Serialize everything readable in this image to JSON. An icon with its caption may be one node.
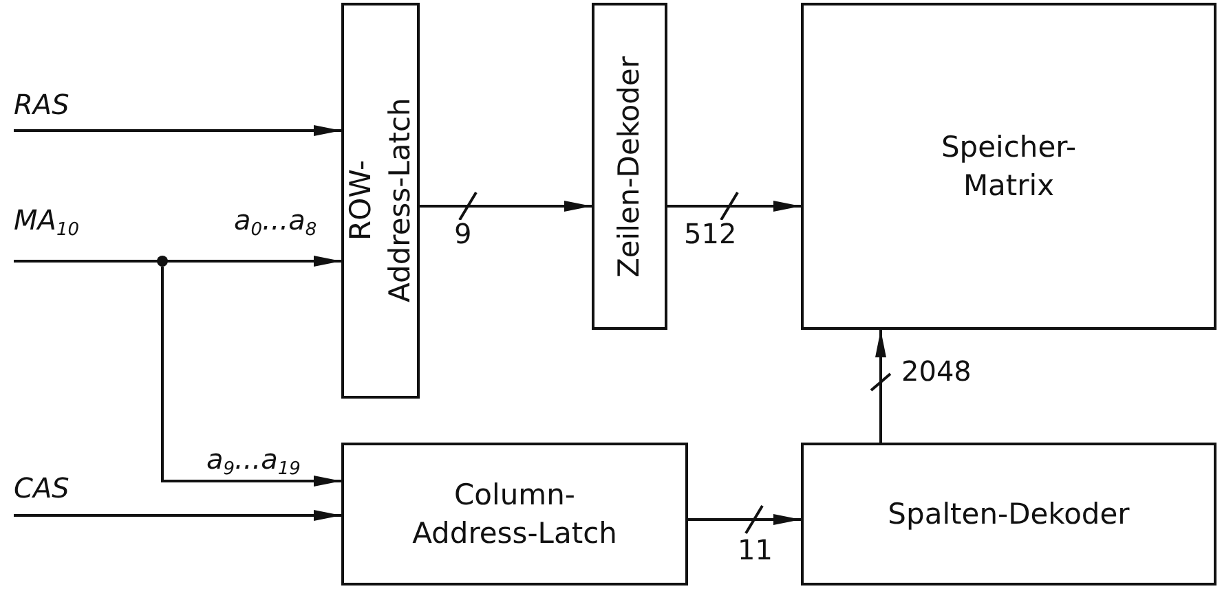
{
  "diagram": {
    "nodes": [
      {
        "text": [
          "ROW- Address-Latch"
        ]
      },
      {
        "text": [
          "Zeilen-Dekoder"
        ]
      },
      {
        "text": [
          "Speicher- Matrix"
        ]
      },
      {
        "text": [],
        "shape": "circle"
      },
      {
        "text": [
          "Column- Address-Latch"
        ]
      },
      {
        "text": [
          "Spalten-Dekoder"
        ]
      }
    ],
    "edges": [
      {
        "from": null,
        "to": 0,
        "arrow": "to",
        "label": "RAS"
      },
      {
        "from": null,
        "to": 3,
        "arrow": "none",
        "label": "MA$_{10}$"
      },
      {
        "from": 3,
        "to": 0,
        "arrow": "to",
        "label": "a$_{0}$...a$_{8}$"
      },
      {
        "from": 3,
        "to": 4,
        "arrow": "to",
        "label": "a$_{9}$...a$_{19}$"
      },
      {
        "from": null,
        "to": 4,
        "arrow": "to",
        "label": "CAS"
      },
      {
        "from": 0,
        "to": 1,
        "arrow": "to",
        "label": "9"
      },
      {
        "from": 1,
        "to": 2,
        "arrow": "to",
        "label": "512"
      },
      {
        "from": 4,
        "to": 5,
        "arrow": "to",
        "label": "11"
      },
      {
        "from": 5,
        "to": 2,
        "arrow": "to",
        "label": "2048"
      }
    ]
  }
}
